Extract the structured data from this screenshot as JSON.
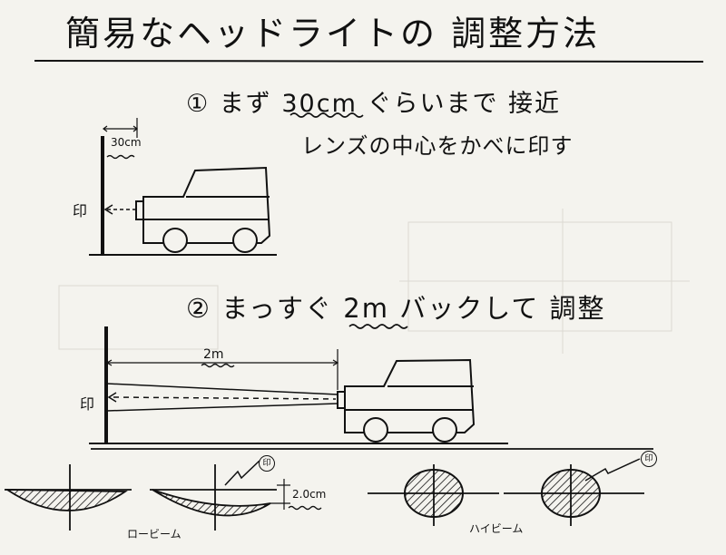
{
  "title": "簡易なヘッドライトの 調整方法",
  "step1": {
    "label": "① まず 30cm ぐらいまで 接近",
    "sub": "レンズの中心をかべに印す",
    "distance": "30cm",
    "mark": "印"
  },
  "step2": {
    "label": "② まっすぐ 2m バックして 調整",
    "distance": "2m",
    "mark": "印"
  },
  "beams": {
    "low_caption": "ロービーム",
    "high_caption": "ハイビーム",
    "drop": "2.0cm",
    "mark_low": "印",
    "mark_high": "印"
  }
}
